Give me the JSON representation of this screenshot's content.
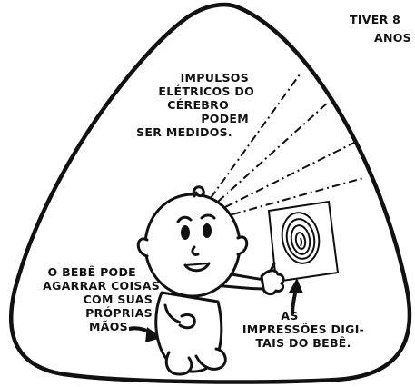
{
  "header": {
    "line1": "TIVER 8",
    "line2": "ANOS"
  },
  "caption_brain": [
    "IMPULSOS",
    "ELÉTRICOS DO",
    "CÉREBRO",
    "PODEM",
    "SER MEDIDOS."
  ],
  "caption_hands": [
    "O BEBÊ PODE",
    "AGARRAR COISAS",
    "COM SUAS",
    "PRÓPRIAS",
    "MÃOS."
  ],
  "caption_fingerprint": [
    "AS",
    "IMPRESSÕES DIGI-",
    "TAIS DO BEBÊ."
  ],
  "colors": {
    "ink": "#111111",
    "paper": "#ffffff"
  }
}
